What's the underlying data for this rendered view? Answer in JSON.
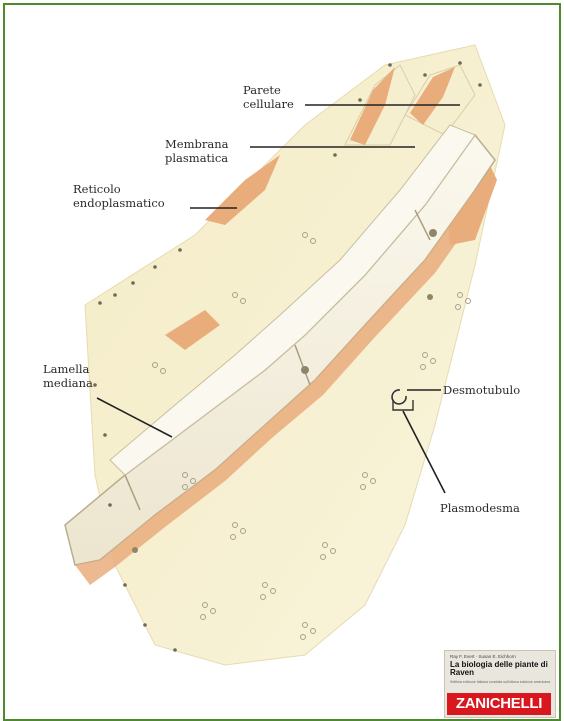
{
  "labels": {
    "parete_cellulare": "Parete\ncellulare",
    "membrana_plasmatica": "Membrana\nplasmatica",
    "reticolo_endoplasmatico": "Reticolo\nendoplasmatico",
    "lamella_mediana": "Lamella\nmediana",
    "desmotubulo": "Desmotubulo",
    "plasmodesma": "Plasmodesma"
  },
  "book": {
    "authors": "Ray F. Evert · Susan E. Eichhorn",
    "title": "La biologia delle piante di Raven",
    "subtitle": "Settima edizione italiana condotta sull'ottava edizione americana",
    "publisher": "ZANICHELLI"
  },
  "colors": {
    "frame": "#4d8a2f",
    "cytoplasm": "#f2e9bf",
    "wall": "#f5f1e2",
    "membrane_orange": "#e9ad7c",
    "publisher_red": "#d8181e"
  }
}
